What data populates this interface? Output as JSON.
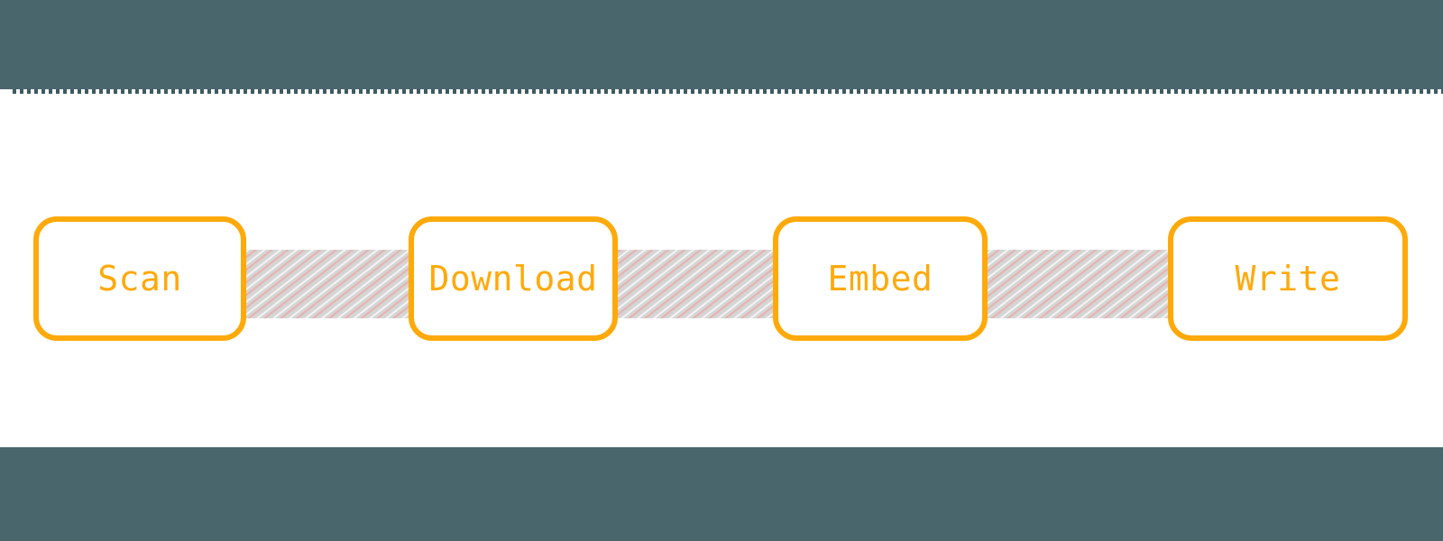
{
  "theme": {
    "chrome_color": "#4a666d",
    "canvas_color": "#ffffff",
    "node_accent_color": "#ffa90a",
    "node_fill_color": "#ffffff",
    "connector_color": "#d5d5d5",
    "connector_hatch_color": "#f4968c"
  },
  "chrome": {
    "top_band_label": "",
    "bottom_band_label": "",
    "rule_style": "dotted"
  },
  "diagram": {
    "title": "",
    "type": "pipeline-flow",
    "orientation": "left-to-right",
    "steps": [
      {
        "id": "scan",
        "label": "Scan"
      },
      {
        "id": "download",
        "label": "Download"
      },
      {
        "id": "embed",
        "label": "Embed"
      },
      {
        "id": "write",
        "label": "Write"
      }
    ],
    "connectors": [
      {
        "from": "scan",
        "to": "download",
        "label": ""
      },
      {
        "from": "download",
        "to": "embed",
        "label": ""
      },
      {
        "from": "embed",
        "to": "write",
        "label": ""
      }
    ]
  }
}
